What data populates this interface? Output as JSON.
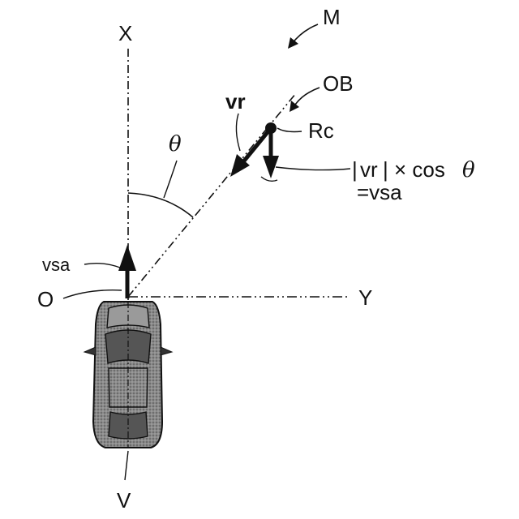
{
  "labels": {
    "x_axis": "X",
    "y_axis": "Y",
    "origin": "O",
    "vehicle": "V",
    "map": "M",
    "object": "OB",
    "reflection_point": "Rc",
    "relative_velocity": "vr",
    "theta": "θ",
    "own_speed": "vsa",
    "formula_abs_left": "|",
    "formula_vr": "vr",
    "formula_abs_right": "|",
    "formula_times_cos": "× cos",
    "formula_theta": "θ",
    "formula_result": "=vsa"
  },
  "colors": {
    "ink": "#111111",
    "car_body": "#7a7a7a",
    "background": "#ffffff"
  }
}
